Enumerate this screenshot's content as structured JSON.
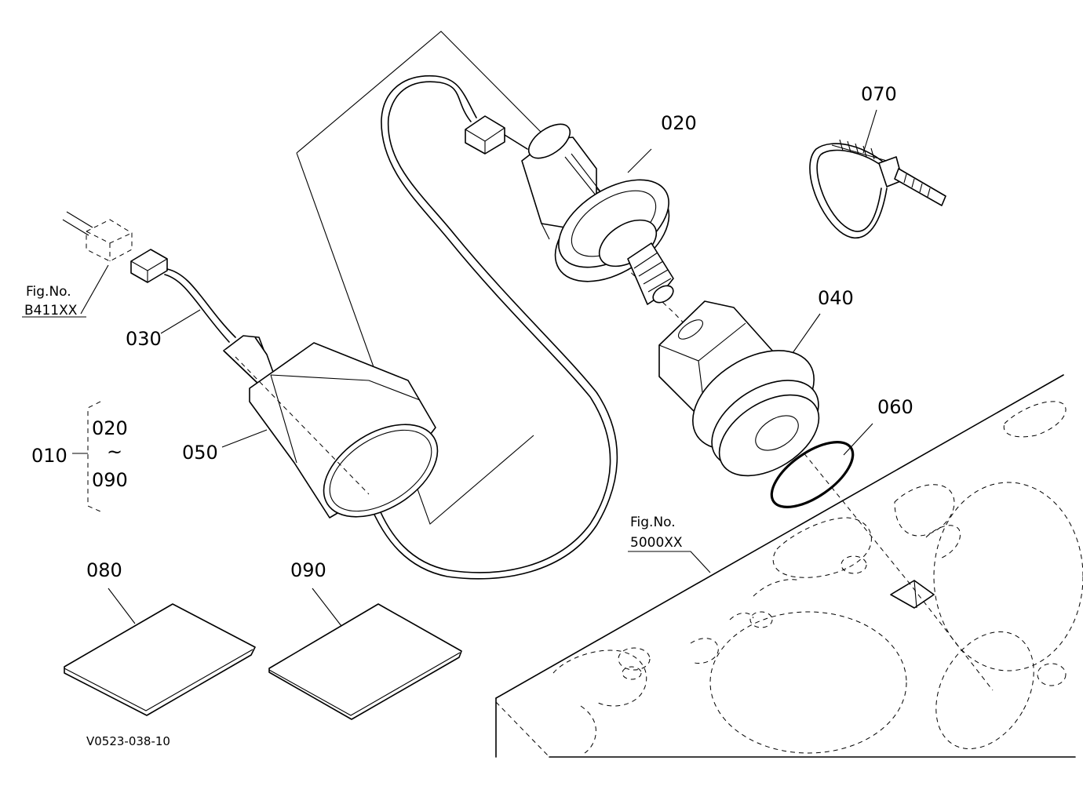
{
  "parts": {
    "p010": "010",
    "p020": "020",
    "p030": "030",
    "p040": "040",
    "p050": "050",
    "p060": "060",
    "p070": "070",
    "p080": "080",
    "p090": "090"
  },
  "group": {
    "from": "020",
    "tilde": "~",
    "to": "090"
  },
  "refs": {
    "fig_b411": {
      "line1": "Fig.No.",
      "line2": "B411XX"
    },
    "fig_5000": {
      "line1": "Fig.No.",
      "line2": "5000XX"
    }
  },
  "drawing_code": "V0523-038-10"
}
